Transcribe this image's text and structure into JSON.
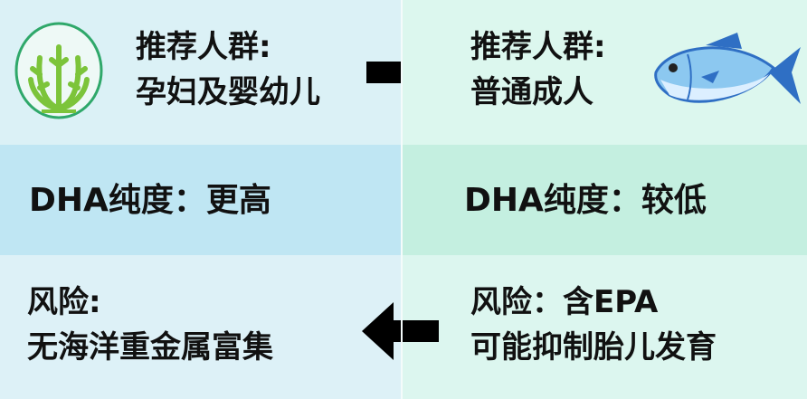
{
  "left": {
    "audience_label": "推荐人群:",
    "audience": "孕妇及婴幼儿",
    "purity": "DHA纯度：更高",
    "risk_label": "风险:",
    "risk": "无海洋重金属富集",
    "icon": "seaweed-icon"
  },
  "right": {
    "audience_label": "推荐人群:",
    "audience": "普通成人",
    "purity": "DHA纯度：较低",
    "risk_label": "风险：含EPA",
    "risk": "可能抑制胎儿发育",
    "icon": "fish-icon"
  },
  "colors": {
    "arrow": "#000000",
    "seaweed": "#7cc43a",
    "ring": "#2fa86a",
    "fish": "#3a7fd0"
  }
}
